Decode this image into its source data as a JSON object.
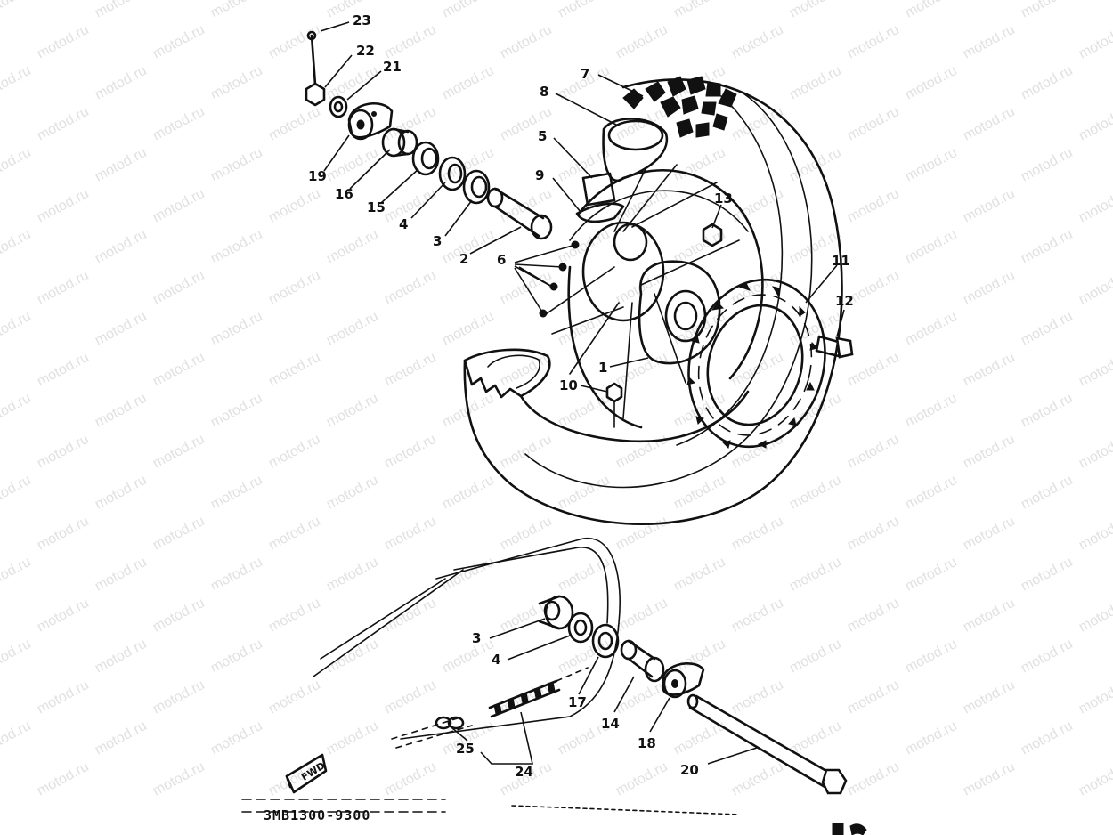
{
  "watermark": "motod.ru",
  "diagram_code": "3MB1300-9300",
  "fwd_label": "FWD",
  "callouts": [
    {
      "id": "c23",
      "text": "23"
    },
    {
      "id": "c22",
      "text": "22"
    },
    {
      "id": "c21",
      "text": "21"
    },
    {
      "id": "c19",
      "text": "19"
    },
    {
      "id": "c16",
      "text": "16"
    },
    {
      "id": "c15",
      "text": "15"
    },
    {
      "id": "c4a",
      "text": "4"
    },
    {
      "id": "c3a",
      "text": "3"
    },
    {
      "id": "c2",
      "text": "2"
    },
    {
      "id": "c6",
      "text": "6"
    },
    {
      "id": "c7",
      "text": "7"
    },
    {
      "id": "c8",
      "text": "8"
    },
    {
      "id": "c5",
      "text": "5"
    },
    {
      "id": "c9",
      "text": "9"
    },
    {
      "id": "c13",
      "text": "13"
    },
    {
      "id": "c11",
      "text": "11"
    },
    {
      "id": "c12",
      "text": "12"
    },
    {
      "id": "c1",
      "text": "1"
    },
    {
      "id": "c10",
      "text": "10"
    },
    {
      "id": "c3b",
      "text": "3"
    },
    {
      "id": "c4b",
      "text": "4"
    },
    {
      "id": "c17",
      "text": "17"
    },
    {
      "id": "c14",
      "text": "14"
    },
    {
      "id": "c18",
      "text": "18"
    },
    {
      "id": "c20",
      "text": "20"
    },
    {
      "id": "c25",
      "text": "25"
    },
    {
      "id": "c24",
      "text": "24"
    }
  ]
}
